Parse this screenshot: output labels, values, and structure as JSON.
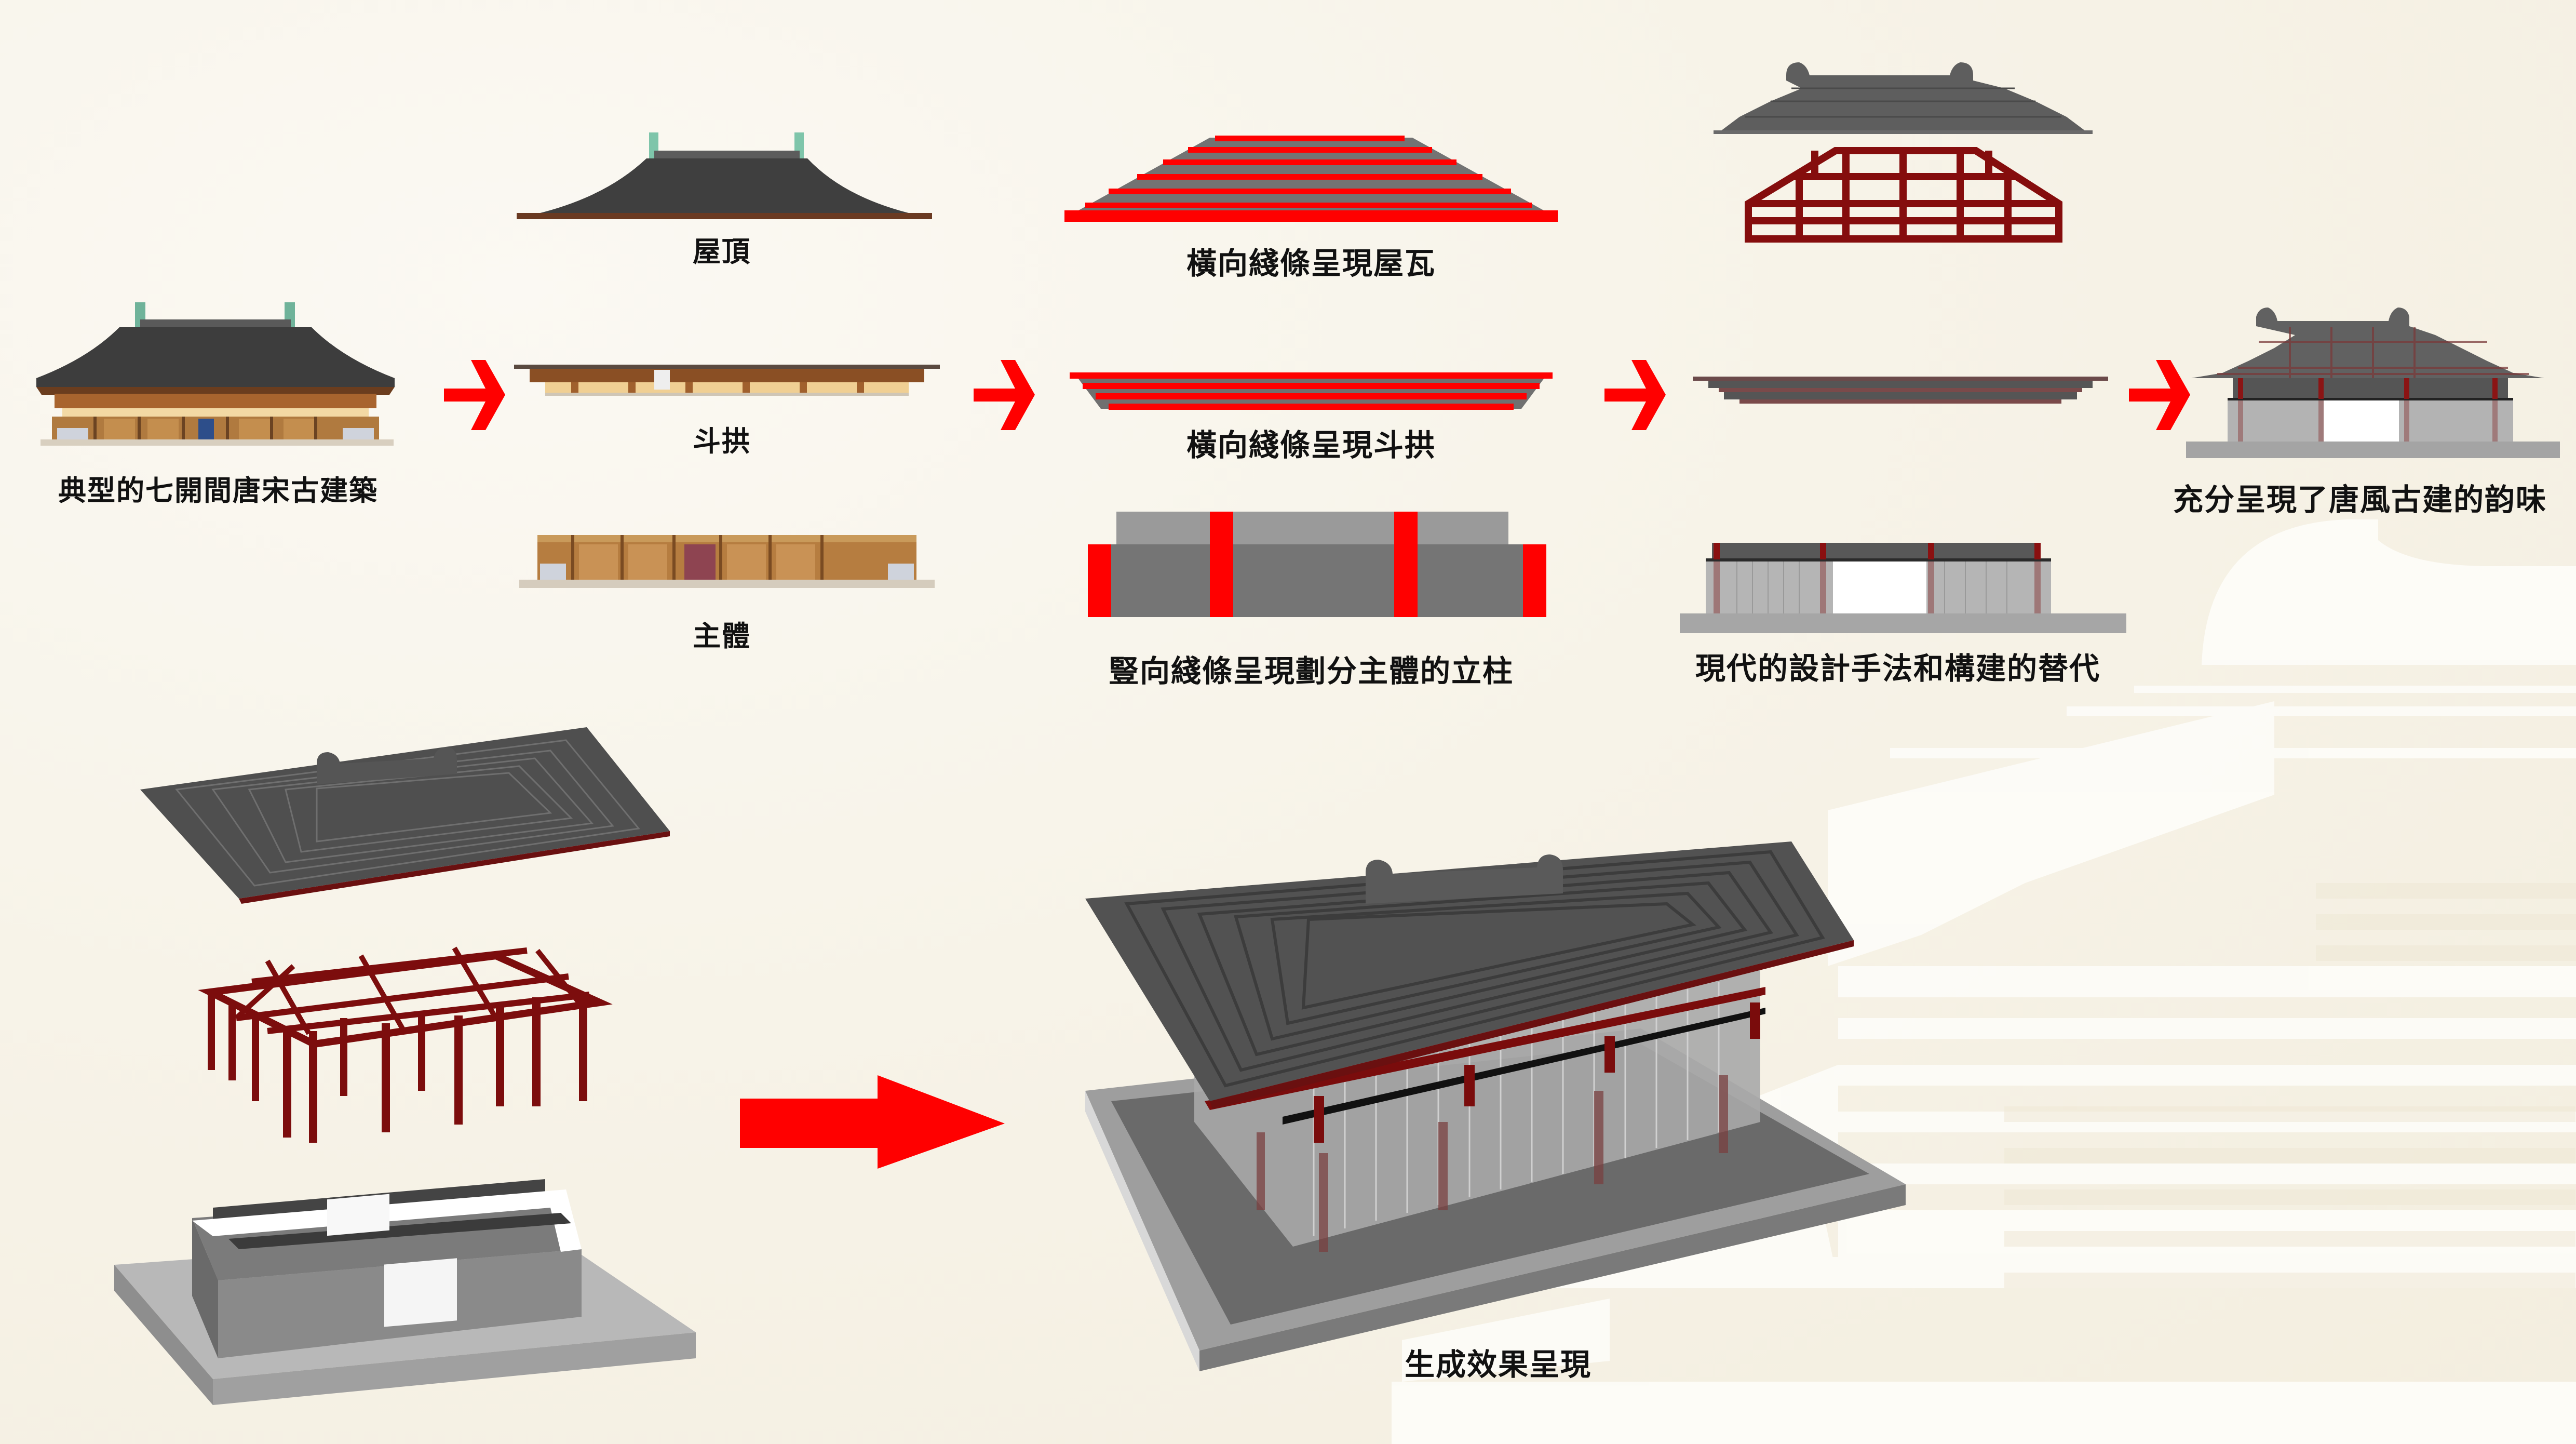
{
  "diagram": {
    "title_implicit": "唐宋古建築元素提取與現代轉譯",
    "colors": {
      "background": "#f6f2e7",
      "accent_red": "#ff0000",
      "timber_red": "#7a0c0c",
      "roof_gray": "#555555",
      "wall_gray": "#9c9c9c",
      "dark_gray": "#777777",
      "text": "#111111"
    },
    "column_1": {
      "building_label": "典型的七開間唐宋古建築"
    },
    "column_2": {
      "roof_label": "屋頂",
      "bracket_label": "斗拱",
      "body_label": "主體"
    },
    "column_3": {
      "roof_label": "橫向綫條呈現屋瓦",
      "bracket_label": "橫向綫條呈現斗拱",
      "body_label": "豎向綫條呈現劃分主體的立柱"
    },
    "column_4": {
      "body_label": "現代的設計手法和構建的替代"
    },
    "column_5": {
      "result_label": "充分呈現了唐風古建的韵味"
    },
    "bottom": {
      "exploded_layers": [
        "roof",
        "timber-frame",
        "base-body"
      ],
      "result_label": "生成效果呈現"
    },
    "arrows": [
      {
        "from": "column_1",
        "to": "column_2",
        "icon": "chevron-arrow"
      },
      {
        "from": "column_2",
        "to": "column_3",
        "icon": "chevron-arrow"
      },
      {
        "from": "column_3",
        "to": "column_4",
        "icon": "chevron-arrow"
      },
      {
        "from": "column_4",
        "to": "column_5",
        "icon": "chevron-arrow"
      },
      {
        "from": "exploded_layers",
        "to": "result",
        "icon": "block-arrow"
      }
    ]
  }
}
